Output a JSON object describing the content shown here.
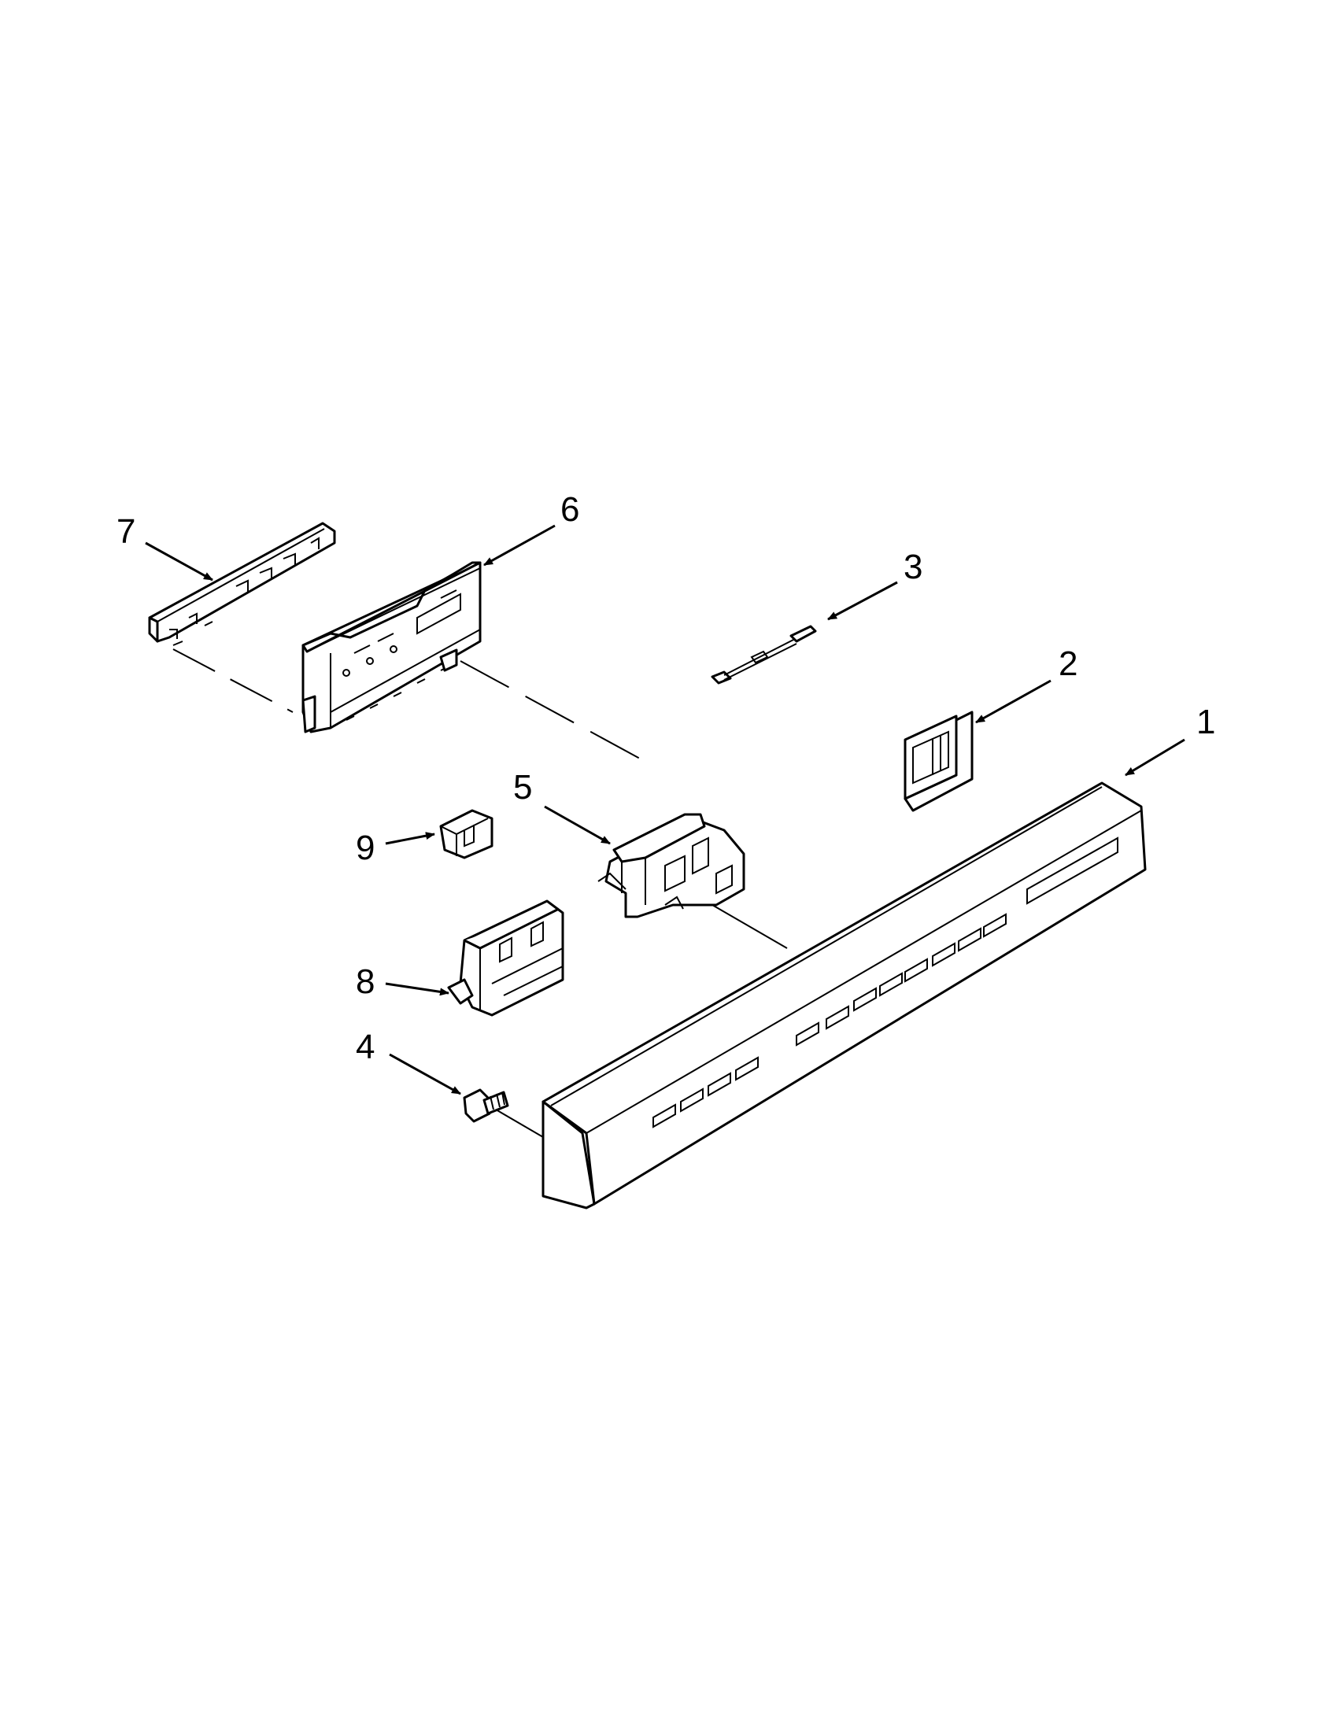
{
  "callouts": {
    "part1": "1",
    "part2": "2",
    "part3": "3",
    "part4": "4",
    "part5": "5",
    "part6": "6",
    "part7": "7",
    "part8": "8",
    "part9": "9"
  },
  "colors": {
    "ink": "#000000",
    "background": "#ffffff"
  }
}
